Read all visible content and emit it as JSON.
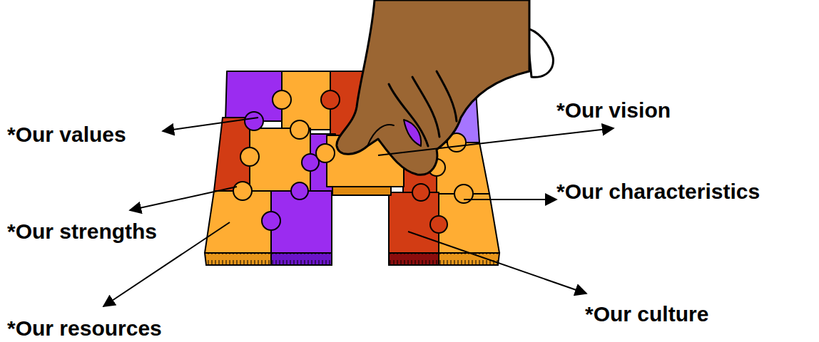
{
  "diagram": {
    "labels": [
      "*Our vision",
      "*Our values",
      "*Our characteristics",
      "*Our strengths",
      "*Our culture",
      "*Our resources"
    ]
  }
}
